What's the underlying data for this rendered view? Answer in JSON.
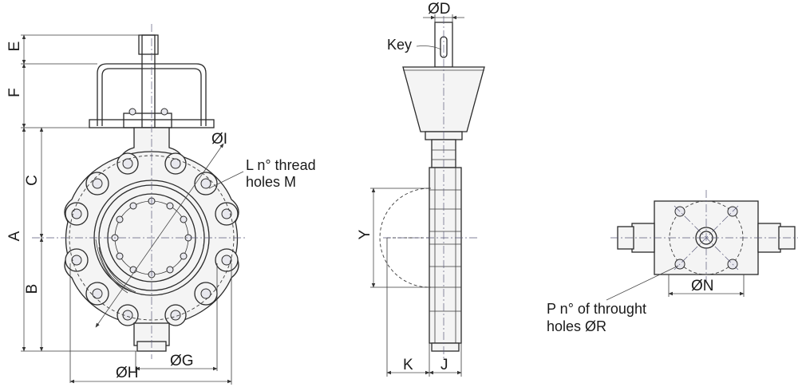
{
  "diagram": {
    "labels": {
      "E": "E",
      "F": "F",
      "C": "C",
      "A": "A",
      "B": "B",
      "G": "ØG",
      "H": "ØH",
      "I": "ØI",
      "D": "ØD",
      "Y": "Y",
      "K": "K",
      "J": "J",
      "N": "ØN"
    },
    "notes": {
      "thread_holes_line1": "L n° thread",
      "thread_holes_line2": "holes M",
      "key": "Key",
      "through_holes_line1": "P n° of  throught",
      "through_holes_line2": "holes ØR"
    }
  }
}
